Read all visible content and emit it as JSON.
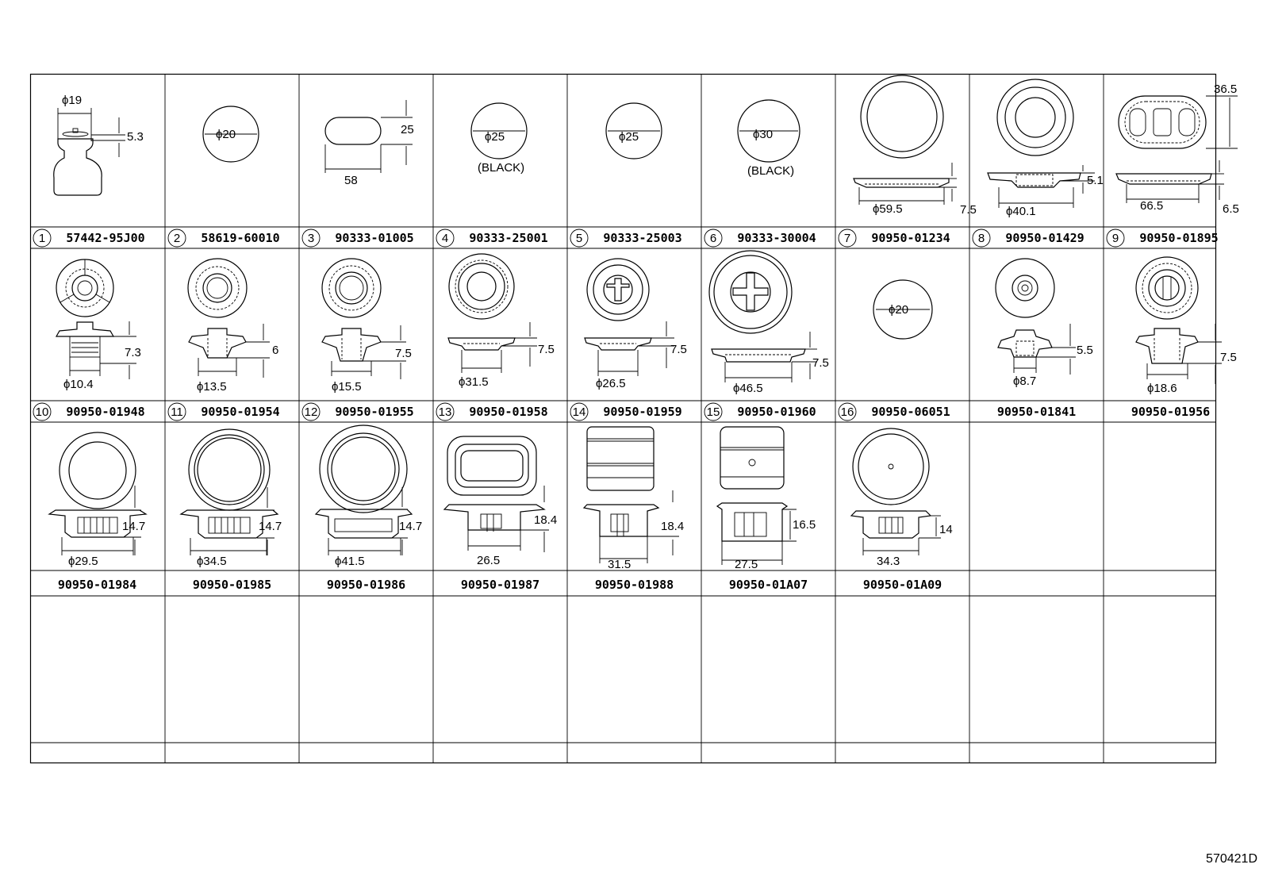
{
  "drawing_ref": "570421D",
  "cells": [
    {
      "num": "1",
      "part": "57442-95J00",
      "labels": [
        "ϕ19",
        "5.3"
      ]
    },
    {
      "num": "2",
      "part": "58619-60010",
      "labels": [
        "ϕ20"
      ]
    },
    {
      "num": "3",
      "part": "90333-01005",
      "labels": [
        "25",
        "58"
      ]
    },
    {
      "num": "4",
      "part": "90333-25001",
      "labels": [
        "ϕ25",
        "(BLACK)"
      ]
    },
    {
      "num": "5",
      "part": "90333-25003",
      "labels": [
        "ϕ25"
      ]
    },
    {
      "num": "6",
      "part": "90333-30004",
      "labels": [
        "ϕ30",
        "(BLACK)"
      ]
    },
    {
      "num": "7",
      "part": "90950-01234",
      "labels": [
        "ϕ59.5",
        "7.5"
      ]
    },
    {
      "num": "8",
      "part": "90950-01429",
      "labels": [
        "5.1",
        "ϕ40.1"
      ]
    },
    {
      "num": "9",
      "part": "90950-01895",
      "labels": [
        "36.5",
        "66.5",
        "6.5"
      ]
    },
    {
      "num": "10",
      "part": "90950-01948",
      "labels": [
        "7.3",
        "ϕ10.4"
      ]
    },
    {
      "num": "11",
      "part": "90950-01954",
      "labels": [
        "6",
        "ϕ13.5"
      ]
    },
    {
      "num": "12",
      "part": "90950-01955",
      "labels": [
        "7.5",
        "ϕ15.5"
      ]
    },
    {
      "num": "13",
      "part": "90950-01958",
      "labels": [
        "7.5",
        "ϕ31.5"
      ]
    },
    {
      "num": "14",
      "part": "90950-01959",
      "labels": [
        "7.5",
        "ϕ26.5"
      ]
    },
    {
      "num": "15",
      "part": "90950-01960",
      "labels": [
        "7.5",
        "ϕ46.5"
      ]
    },
    {
      "num": "16",
      "part": "90950-06051",
      "labels": [
        "ϕ20"
      ]
    },
    {
      "num": "",
      "part": "90950-01841",
      "labels": [
        "5.5",
        "ϕ8.7"
      ]
    },
    {
      "num": "",
      "part": "90950-01956",
      "labels": [
        "7.5",
        "ϕ18.6"
      ]
    },
    {
      "num": "",
      "part": "90950-01984",
      "labels": [
        "14.7",
        "ϕ29.5"
      ]
    },
    {
      "num": "",
      "part": "90950-01985",
      "labels": [
        "14.7",
        "ϕ34.5"
      ]
    },
    {
      "num": "",
      "part": "90950-01986",
      "labels": [
        "14.7",
        "ϕ41.5"
      ]
    },
    {
      "num": "",
      "part": "90950-01987",
      "labels": [
        "18.4",
        "26.5"
      ]
    },
    {
      "num": "",
      "part": "90950-01988",
      "labels": [
        "18.4",
        "31.5"
      ]
    },
    {
      "num": "",
      "part": "90950-01A07",
      "labels": [
        "16.5",
        "27.5"
      ]
    },
    {
      "num": "",
      "part": "90950-01A09",
      "labels": [
        "14",
        "34.3"
      ]
    }
  ]
}
